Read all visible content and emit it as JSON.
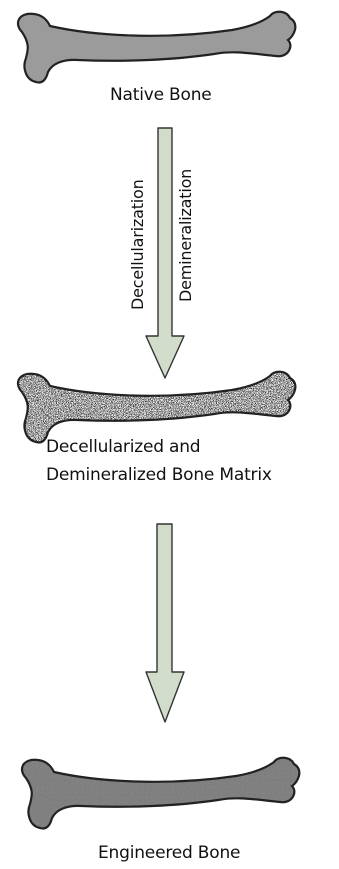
{
  "stages": [
    {
      "label": "Native Bone"
    },
    {
      "label_line1": "Decellularized and",
      "label_line2": "Demineralized Bone Matrix"
    },
    {
      "label": "Engineered Bone"
    }
  ],
  "process_labels": {
    "left": "Decellularization",
    "right": "Demineralization"
  },
  "colors": {
    "native_bone": "#9b9b9b",
    "arrow_fill": "#d2dccb",
    "matrix_fill": "#e8e8e8",
    "engineered_fill": "#8c8c8c",
    "outline": "#222222"
  },
  "icons": [
    "femur-bone-icon",
    "speckled-bone-icon",
    "down-arrow"
  ]
}
